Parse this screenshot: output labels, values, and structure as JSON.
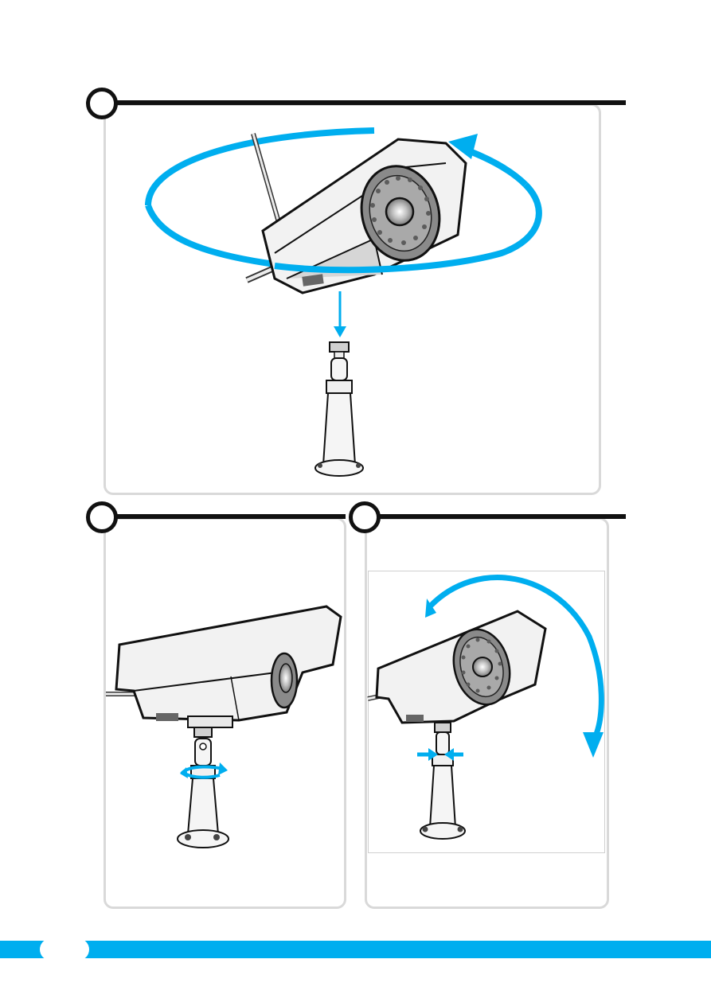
{
  "colors": {
    "accent": "#00aeef",
    "ink": "#111111",
    "panel_border": "#d9d9d9",
    "camera_body": "#f2f2f2",
    "camera_shade": "#c8c8c8",
    "led_ring": "#9a9a9a"
  },
  "steps": [
    {
      "illustration": "camera-rotate-and-mount-on-stand"
    },
    {
      "illustration": "loosen-stand-collar"
    },
    {
      "illustration": "tilt-camera-and-tighten-collar"
    }
  ],
  "footer": {}
}
